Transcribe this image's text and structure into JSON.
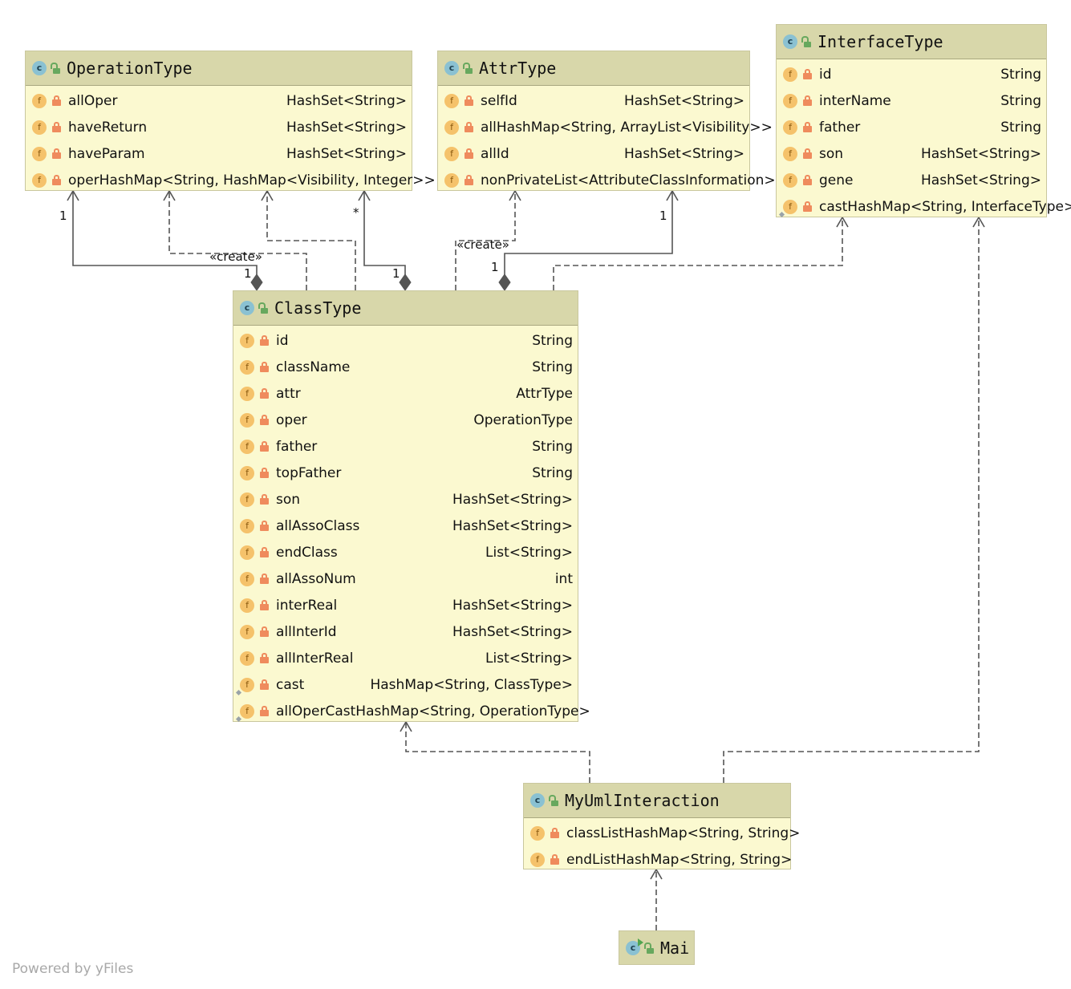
{
  "classes": {
    "operation_type": {
      "name": "OperationType",
      "fields": [
        {
          "name": "allOper",
          "type": "HashSet<String>"
        },
        {
          "name": "haveReturn",
          "type": "HashSet<String>"
        },
        {
          "name": "haveParam",
          "type": "HashSet<String>"
        },
        {
          "name": "oper",
          "type": "HashMap<String, HashMap<Visibility, Integer>>"
        }
      ]
    },
    "attr_type": {
      "name": "AttrType",
      "fields": [
        {
          "name": "selfId",
          "type": "HashSet<String>"
        },
        {
          "name": "all",
          "type": "HashMap<String, ArrayList<Visibility>>"
        },
        {
          "name": "allId",
          "type": "HashSet<String>"
        },
        {
          "name": "nonPrivate",
          "type": "List<AttributeClassInformation>"
        }
      ]
    },
    "interface_type": {
      "name": "InterfaceType",
      "fields": [
        {
          "name": "id",
          "type": "String"
        },
        {
          "name": "interName",
          "type": "String"
        },
        {
          "name": "father",
          "type": "String"
        },
        {
          "name": "son",
          "type": "HashSet<String>"
        },
        {
          "name": "gene",
          "type": "HashSet<String>"
        },
        {
          "name": "cast",
          "type": "HashMap<String, InterfaceType>"
        }
      ]
    },
    "class_type": {
      "name": "ClassType",
      "fields": [
        {
          "name": "id",
          "type": "String"
        },
        {
          "name": "className",
          "type": "String"
        },
        {
          "name": "attr",
          "type": "AttrType"
        },
        {
          "name": "oper",
          "type": "OperationType"
        },
        {
          "name": "father",
          "type": "String"
        },
        {
          "name": "topFather",
          "type": "String"
        },
        {
          "name": "son",
          "type": "HashSet<String>"
        },
        {
          "name": "allAssoClass",
          "type": "HashSet<String>"
        },
        {
          "name": "endClass",
          "type": "List<String>"
        },
        {
          "name": "allAssoNum",
          "type": "int"
        },
        {
          "name": "interReal",
          "type": "HashSet<String>"
        },
        {
          "name": "allInterId",
          "type": "HashSet<String>"
        },
        {
          "name": "allInterReal",
          "type": "List<String>"
        },
        {
          "name": "cast",
          "type": "HashMap<String, ClassType>"
        },
        {
          "name": "allOperCast",
          "type": "HashMap<String, OperationType>"
        }
      ]
    },
    "my_uml_interaction": {
      "name": "MyUmlInteraction",
      "fields": [
        {
          "name": "classList",
          "type": "HashMap<String, String>"
        },
        {
          "name": "endList",
          "type": "HashMap<String, String>"
        }
      ]
    },
    "main": {
      "name": "Mai",
      "fields": []
    }
  },
  "edge_labels": {
    "create_left": "«create»",
    "create_right": "«create»",
    "mult_oper_top": "1",
    "mult_oper_bottom": "1",
    "mult_allopercast_star": "*",
    "mult_allopercast_bottom": "1",
    "mult_attr_top": "1",
    "mult_attr_bottom": "1"
  },
  "footer": {
    "credit": "Powered by yFiles"
  },
  "icons": {
    "class": "class-icon",
    "field": "field-icon",
    "private": "lock-icon",
    "public": "unlock-icon"
  }
}
